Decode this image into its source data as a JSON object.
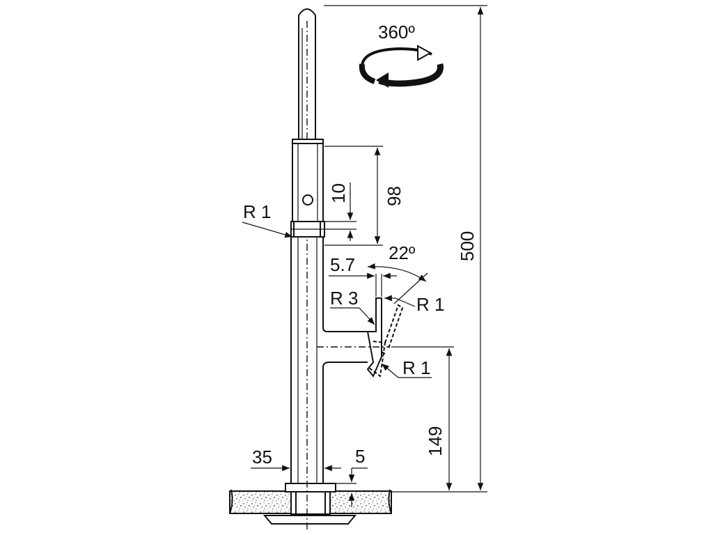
{
  "diagram": {
    "rotation_label": "360º",
    "dimensions": {
      "total_height": "500",
      "spout_section": "98",
      "spout_gap": "10",
      "base_to_lever": "149",
      "lever_offset": "5.7",
      "lever_angle": "22º",
      "radius_top": "R 1",
      "radius_lever_upper": "R 3",
      "radius_lever_right": "R 1",
      "radius_lever_lower": "R 1",
      "body_diameter": "35",
      "base_thickness": "5"
    }
  }
}
